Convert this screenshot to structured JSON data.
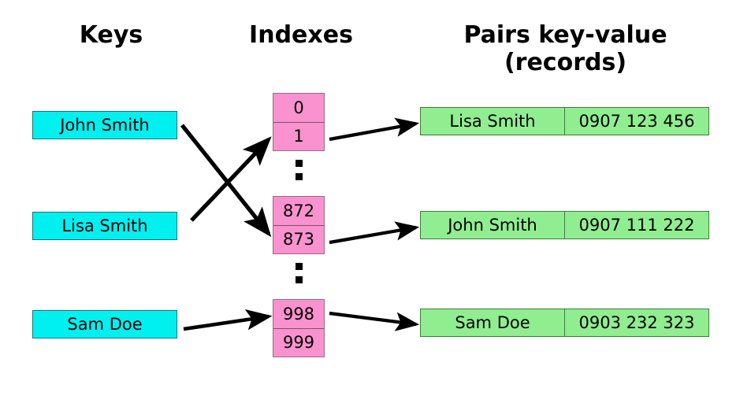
{
  "headings": {
    "keys": "Keys",
    "indexes": "Indexes",
    "pairs_line1": "Pairs key-value",
    "pairs_line2": "(records)"
  },
  "colors": {
    "key_fill": "#00F0F0",
    "index_fill": "#F992CE",
    "record_fill": "#90EE90",
    "stroke": "#000000",
    "background": "#FFFFFF"
  },
  "keys": [
    {
      "label": "John Smith"
    },
    {
      "label": "Lisa Smith"
    },
    {
      "label": "Sam Doe"
    }
  ],
  "index_groups": [
    {
      "cells": [
        {
          "label": "0"
        },
        {
          "label": "1"
        }
      ]
    },
    {
      "cells": [
        {
          "label": "872"
        },
        {
          "label": "873"
        }
      ]
    },
    {
      "cells": [
        {
          "label": "998"
        },
        {
          "label": "999"
        }
      ]
    }
  ],
  "ellipsis": [
    {
      "glyph": "vertical-ellipsis"
    },
    {
      "glyph": "vertical-ellipsis"
    }
  ],
  "records": [
    {
      "key": "Lisa Smith",
      "value": "0907 123 456"
    },
    {
      "key": "John Smith",
      "value": "0907 111 222"
    },
    {
      "key": "Sam Doe",
      "value": "0903 232 323"
    }
  ],
  "arrows": [
    {
      "name": "john-smith-to-index-873",
      "from": "key.John Smith",
      "to": "index.873"
    },
    {
      "name": "lisa-smith-to-index-1",
      "from": "key.Lisa Smith",
      "to": "index.1"
    },
    {
      "name": "sam-doe-to-index-998",
      "from": "key.Sam Doe",
      "to": "index.998"
    },
    {
      "name": "index-1-to-record-lisa",
      "from": "index.1",
      "to": "record.Lisa Smith"
    },
    {
      "name": "index-873-to-record-john",
      "from": "index.873",
      "to": "record.John Smith"
    },
    {
      "name": "index-998-to-record-sam",
      "from": "index.998",
      "to": "record.Sam Doe"
    }
  ]
}
